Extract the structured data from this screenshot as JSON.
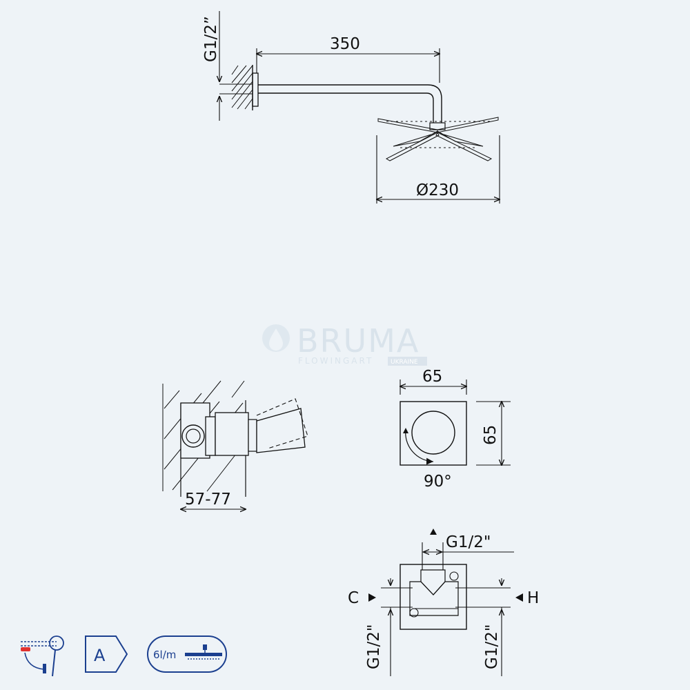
{
  "diagram": {
    "shower_head": {
      "arm_length_label": "350",
      "inlet_thread_label": "G1/2”",
      "diameter_label": "Ø230"
    },
    "mixer_side": {
      "depth_label": "57-77"
    },
    "mixer_front": {
      "width_label": "65",
      "height_label": "65",
      "rotation_label": "90°"
    },
    "valve_body": {
      "top_thread_label": "G1/2\"",
      "cold_label": "C",
      "hot_label": "H",
      "left_thread_label": "G1/2\"",
      "right_thread_label": "G1/2\""
    }
  },
  "watermark": {
    "brand": "BRUMA",
    "tagline": "FLOWINGART",
    "region": "UKRAINE"
  },
  "badges": {
    "energy_class": "A",
    "flow_rate": "6l/m"
  },
  "colors": {
    "background": "#eef3f7",
    "line": "#111111",
    "watermark": "#d9e3eb",
    "badge_blue": "#1b3f8f",
    "badge_red": "#e0312f"
  },
  "icons": [
    "hand-shower-icon",
    "energy-class-icon",
    "flow-rate-icon",
    "water-drop-icon"
  ]
}
